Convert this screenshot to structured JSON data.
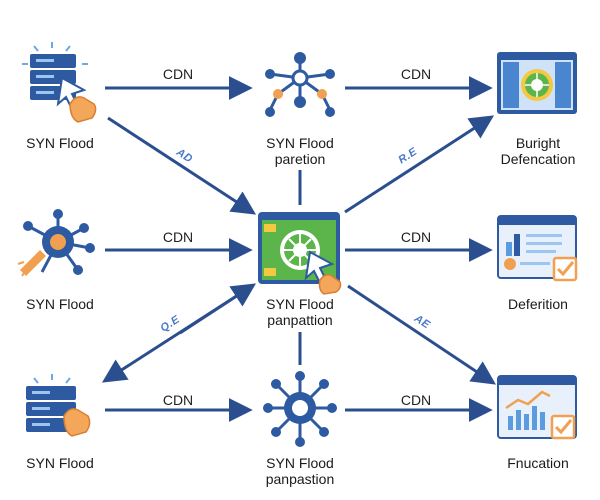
{
  "nodes": {
    "top_left": {
      "label": "SYN Flood",
      "icon": "server-hand-icon"
    },
    "mid_left": {
      "label": "SYN Flood",
      "icon": "virus-network-icon"
    },
    "bot_left": {
      "label": "SYN Flood",
      "icon": "server-hand-icon"
    },
    "top_center": {
      "label": "SYN Flood\nparetion",
      "icon": "network-tree-icon"
    },
    "center": {
      "label": "SYN Flood\npanpattion",
      "icon": "dashboard-monitor-icon"
    },
    "bot_center": {
      "label": "SYN Flood\npanpastion",
      "icon": "hub-network-icon"
    },
    "top_right": {
      "label": "Buright\nDefencation",
      "icon": "dashboard-window-icon"
    },
    "mid_right": {
      "label": "Deferition",
      "icon": "report-window-icon"
    },
    "bot_right": {
      "label": "Fnucation",
      "icon": "analytics-window-icon"
    }
  },
  "edges": {
    "cdn_top_left": "CDN",
    "cdn_top_right": "CDN",
    "cdn_mid_left": "CDN",
    "cdn_mid_right": "CDN",
    "cdn_bot_left": "CDN",
    "cdn_bot_right": "CDN",
    "diag_ad": "AD",
    "diag_re": "R.E",
    "diag_qe": "Q.E",
    "diag_ae": "AE"
  },
  "colors": {
    "arrow": "#2b4f8e",
    "icon_dark": "#2d5aa0",
    "icon_light": "#5b9be0",
    "accent_orange": "#f0a050",
    "accent_green": "#5bb54a"
  }
}
